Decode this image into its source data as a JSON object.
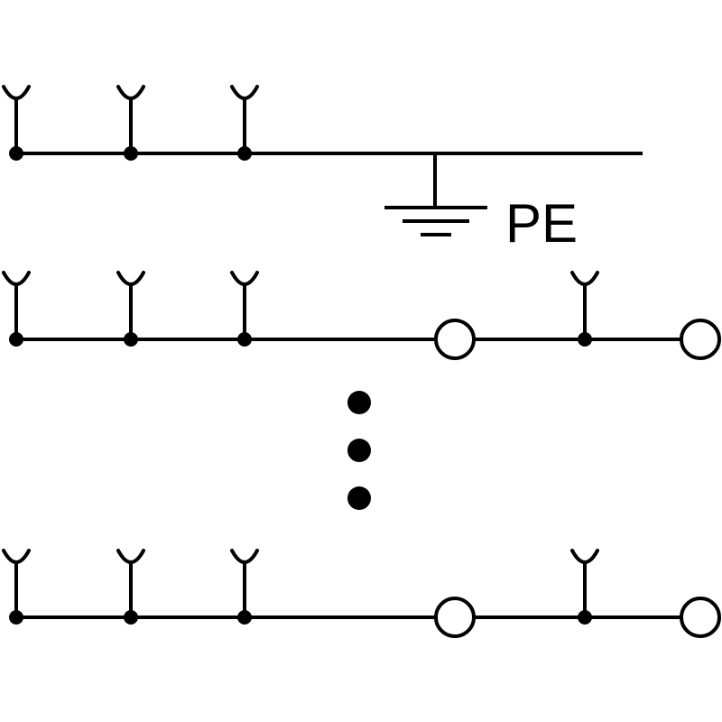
{
  "ground_label": "PE",
  "ground_icon": "protective-earth-ground-icon",
  "socket_icon": "plug-socket-icon",
  "terminal_icon": "open-terminal-circle-icon",
  "ellipsis_icon": "vertical-ellipsis-icon",
  "rows": [
    {
      "id": "row-top",
      "has_ground": true,
      "sockets": 3,
      "terminals": 0
    },
    {
      "id": "row-middle",
      "has_ground": false,
      "sockets": 4,
      "terminals": 2
    },
    {
      "id": "row-bottom",
      "has_ground": false,
      "sockets": 4,
      "terminals": 2
    }
  ],
  "color": "#000000"
}
